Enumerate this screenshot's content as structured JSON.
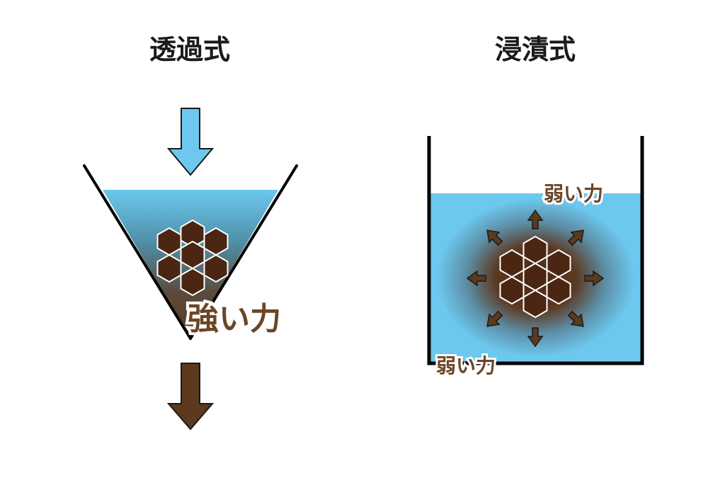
{
  "left_panel": {
    "title": "透過式",
    "label": "強い力",
    "colors": {
      "water": "#6cc8ee",
      "coffee": "#5b3a1f",
      "inflow_arrow": "#6cc8ee",
      "outflow_arrow": "#5b3a1f"
    },
    "icons": {
      "inflow": "down-arrow-blue",
      "outflow": "down-arrow-brown"
    }
  },
  "right_panel": {
    "title": "浸漬式",
    "label_top": "弱い力",
    "label_bottom": "弱い力",
    "colors": {
      "water": "#6cc8ee",
      "coffee": "#4a2613"
    },
    "icons": {
      "diffusion": "radial-arrows"
    }
  }
}
